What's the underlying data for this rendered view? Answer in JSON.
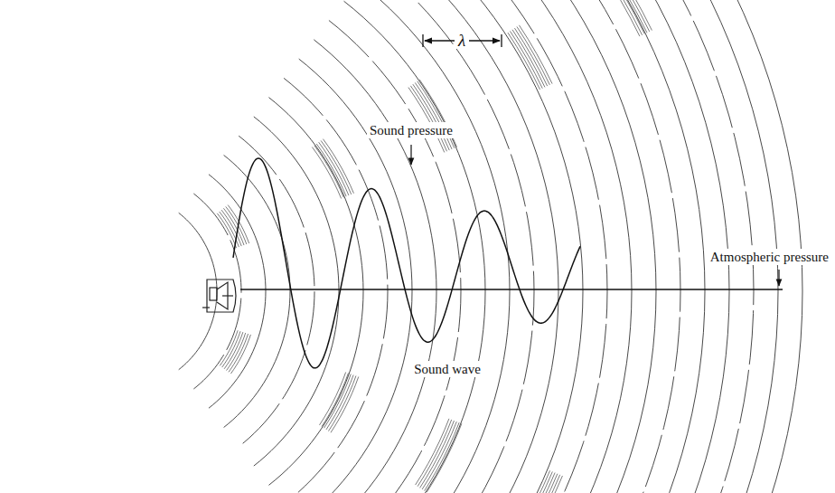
{
  "diagram": {
    "labels": [
      "λ",
      "Sound pressure",
      "Atmospheric pressure",
      "Sound wave"
    ]
  }
}
